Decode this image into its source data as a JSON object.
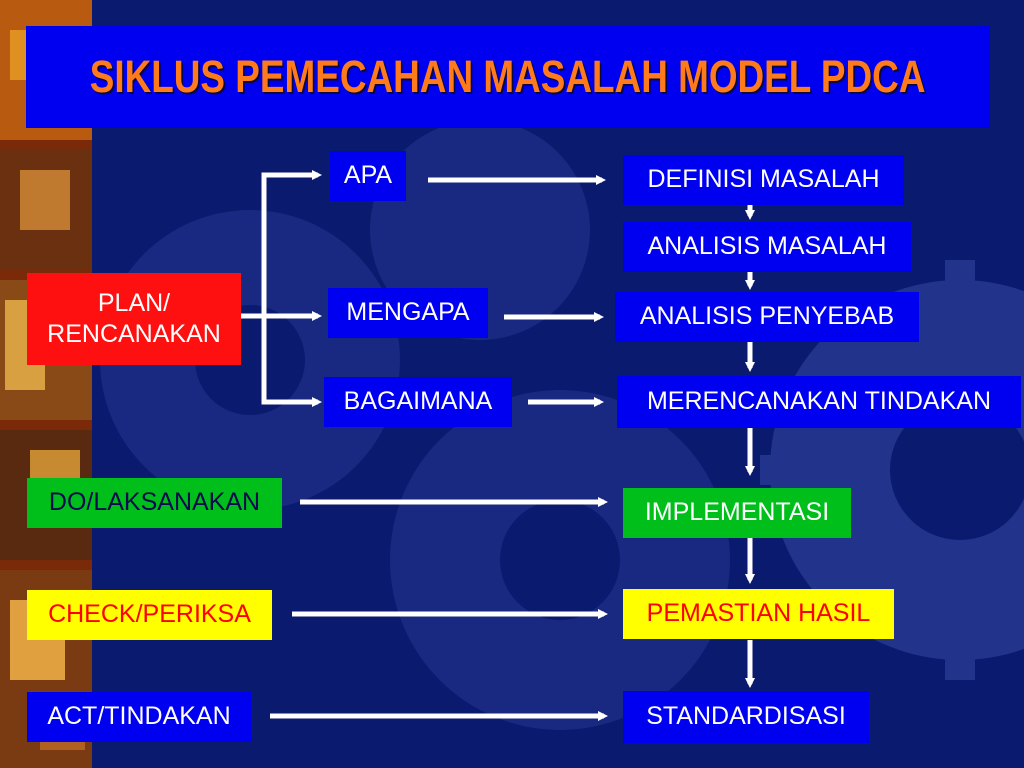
{
  "title": "SIKLUS PEMECAHAN MASALAH MODEL PDCA",
  "stages": {
    "plan": "PLAN/\nRENCANAKAN",
    "do": "DO/LAKSANAKAN",
    "check": "CHECK/PERIKSA",
    "act": "ACT/TINDAKAN"
  },
  "questions": {
    "apa": "APA",
    "mengapa": "MENGAPA",
    "bagaimana": "BAGAIMANA"
  },
  "steps": {
    "definisi": "DEFINISI MASALAH",
    "analisis_masalah": "ANALISIS MASALAH",
    "analisis_penyebab": "ANALISIS PENYEBAB",
    "merencanakan": "MERENCANAKAN TINDAKAN",
    "implementasi": "IMPLEMENTASI",
    "pemastian": "PEMASTIAN HASIL",
    "standardisasi": "STANDARDISASI"
  },
  "colors": {
    "background": "#0a1a6e",
    "box_blue": "#0000f0",
    "plan_red": "#ff1010",
    "do_green": "#00bf1a",
    "check_yellow": "#ffff00",
    "title_orange": "#ff7a1a",
    "arrow": "#ffffff"
  }
}
